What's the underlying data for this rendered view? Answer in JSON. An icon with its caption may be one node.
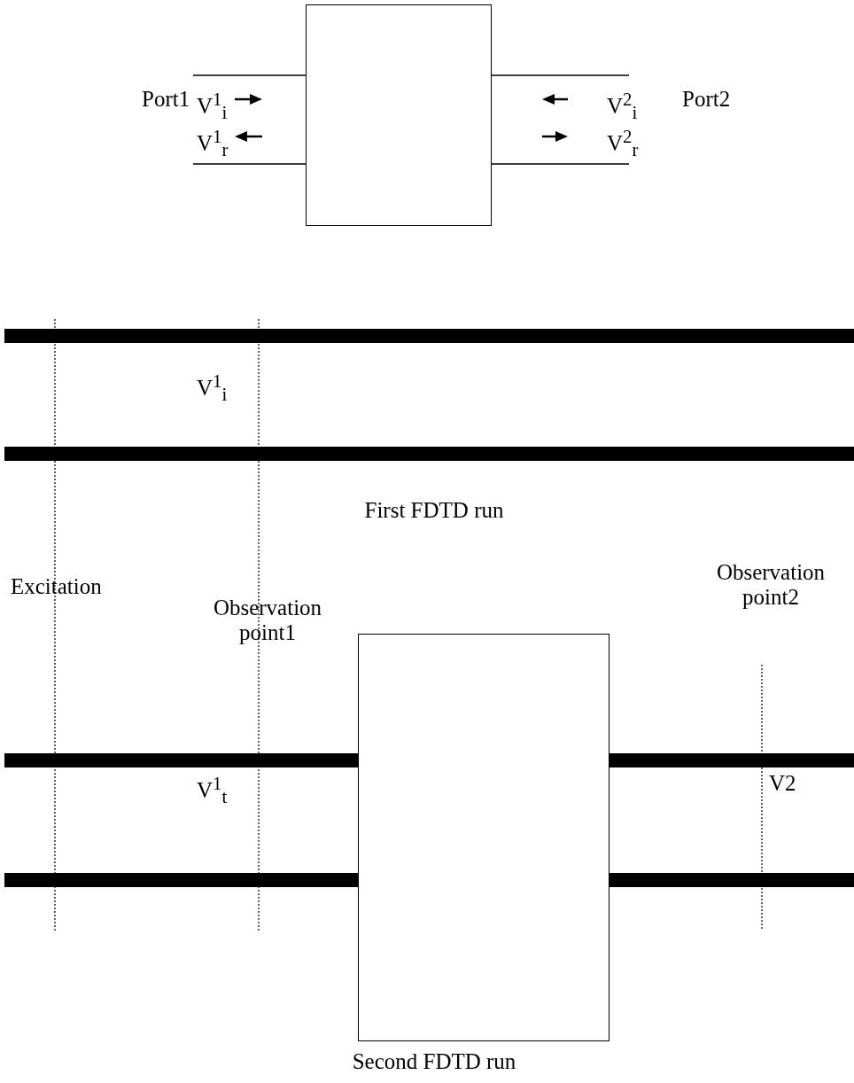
{
  "diagram": {
    "nodes": [
      {
        "text": [],
        "shape": "box"
      },
      {
        "text": [],
        "shape": "box"
      }
    ],
    "labels": [
      "Port1",
      "V$^{1}$$_{i}$",
      "V$^{2}$$_{i}$",
      "Port2",
      "V$^{1}$$_{r}$",
      "V$^{2}$$_{r}$",
      "V$^{1}$$_{i}$",
      "First FDTD run",
      "Observation point2",
      "Excitation",
      "Observation point1",
      "V$^{1}$$_{t}$",
      "V2",
      "Second FDTD run"
    ]
  }
}
